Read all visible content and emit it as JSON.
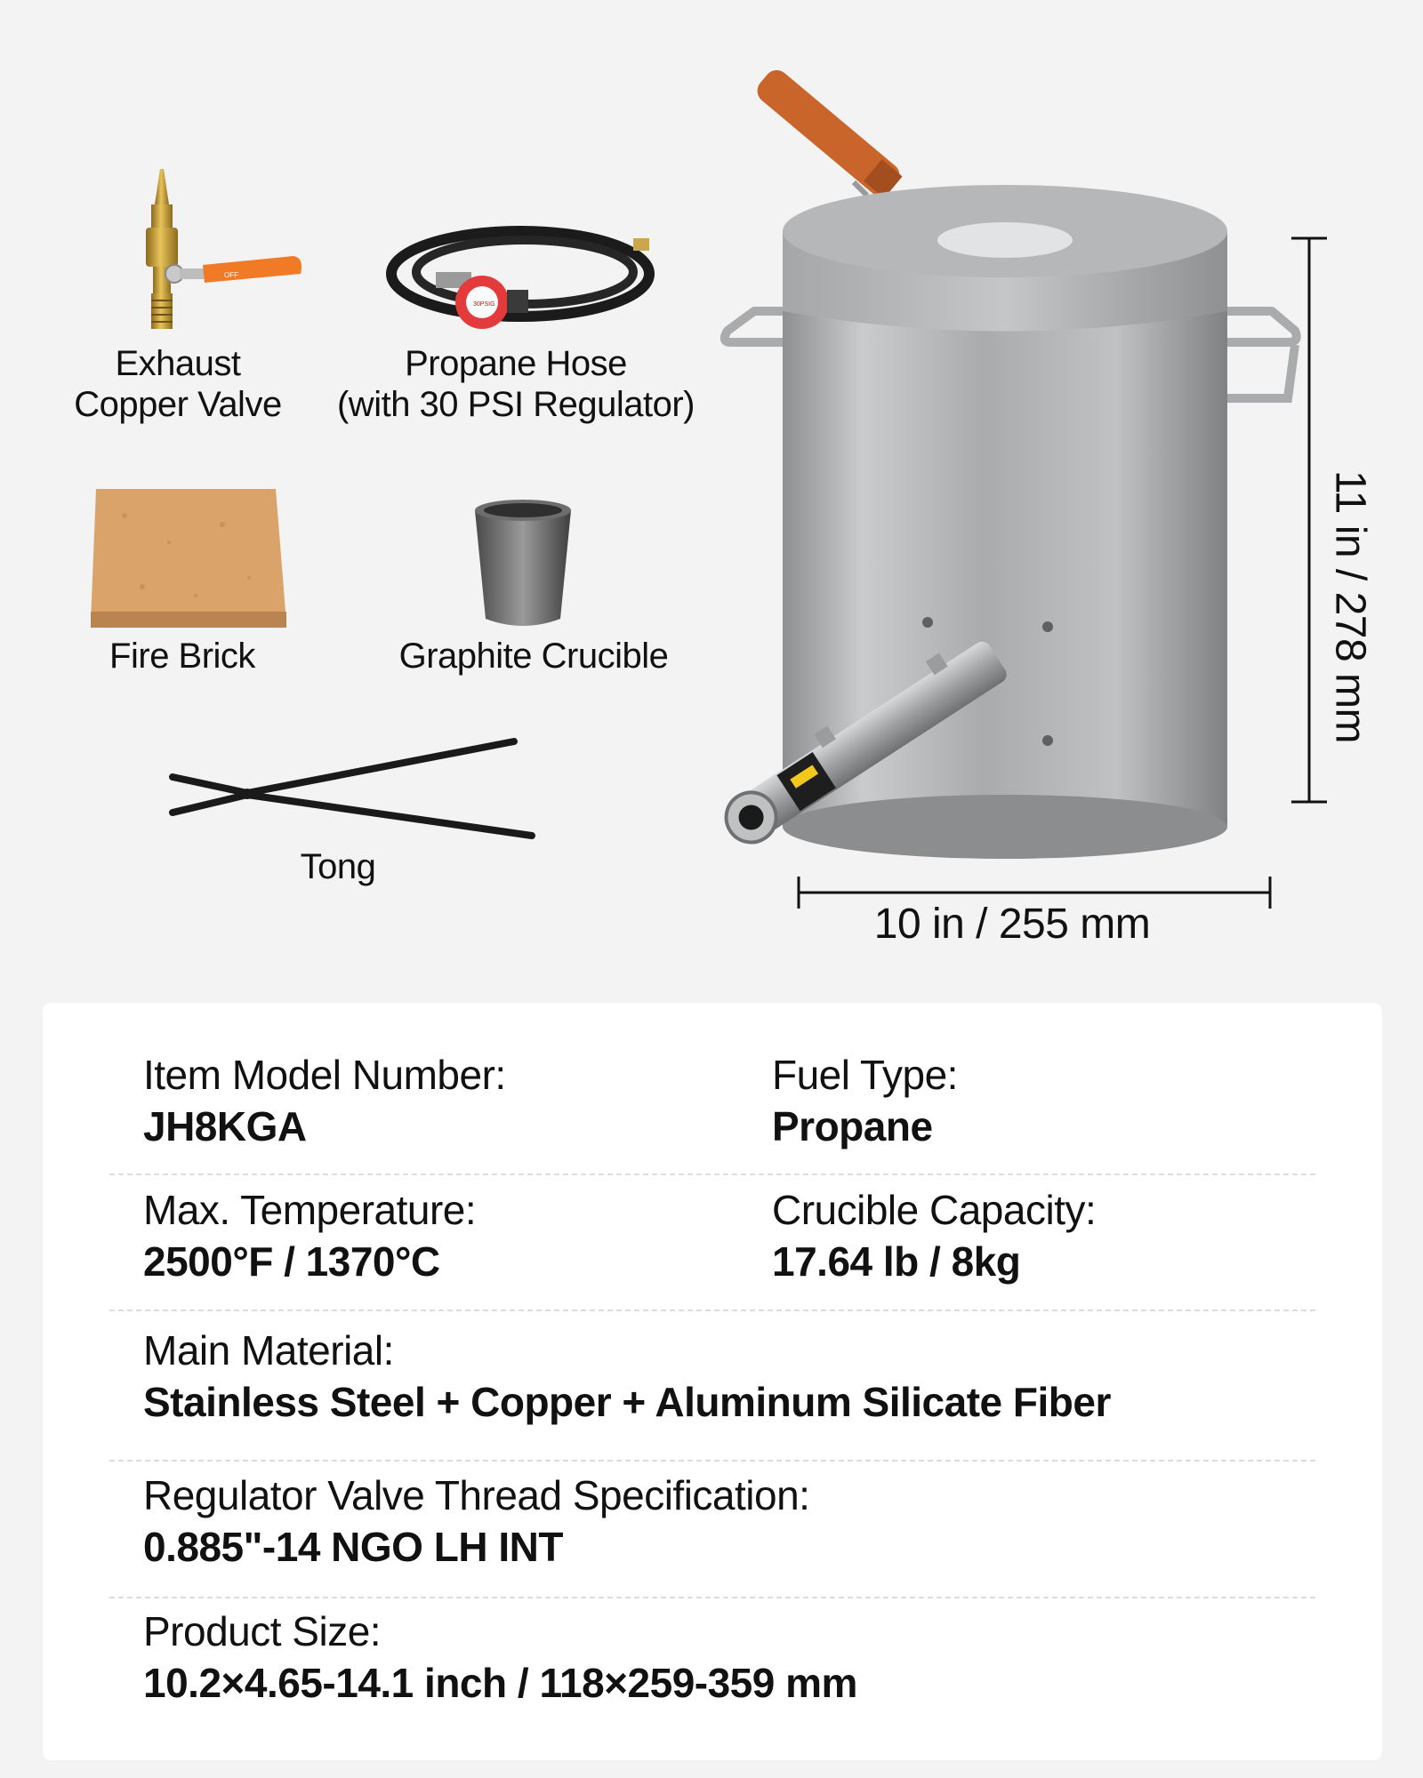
{
  "accessories": {
    "exhaust_valve": "Exhaust\nCopper Valve",
    "exhaust_valve_line1": "Exhaust",
    "exhaust_valve_line2": "Copper Valve",
    "propane_hose_line1": "Propane Hose",
    "propane_hose_line2": "(with 30 PSI Regulator)",
    "regulator_mark": "30PSIG",
    "fire_brick": "Fire Brick",
    "graphite_crucible": "Graphite Crucible",
    "tong": "Tong"
  },
  "dimensions": {
    "width": "10 in / 255 mm",
    "height": "11 in / 278 mm"
  },
  "specs": {
    "model_label": "Item Model Number:",
    "model_value": "JH8KGA",
    "fuel_label": "Fuel Type:",
    "fuel_value": "Propane",
    "temp_label": "Max. Temperature:",
    "temp_value": "2500°F / 1370°C",
    "capacity_label": "Crucible Capacity:",
    "capacity_value": "17.64 lb / 8kg",
    "material_label": "Main Material:",
    "material_value": "Stainless Steel + Copper + Aluminum Silicate Fiber",
    "thread_label": "Regulator Valve Thread Specification:",
    "thread_value": "0.885\"-14 NGO LH INT",
    "size_label": "Product Size:",
    "size_value": "10.2×4.65-14.1 inch / 118×259-359 mm"
  },
  "colors": {
    "background": "#f3f3f3",
    "card": "#ffffff",
    "valve_handle": "#f07a26",
    "furnace_handle": "#c9652a",
    "steel": "#b9bbbd"
  },
  "icons": [
    "brass-valve-icon",
    "propane-hose-icon",
    "fire-brick-icon",
    "crucible-icon",
    "tong-icon",
    "furnace-icon"
  ]
}
